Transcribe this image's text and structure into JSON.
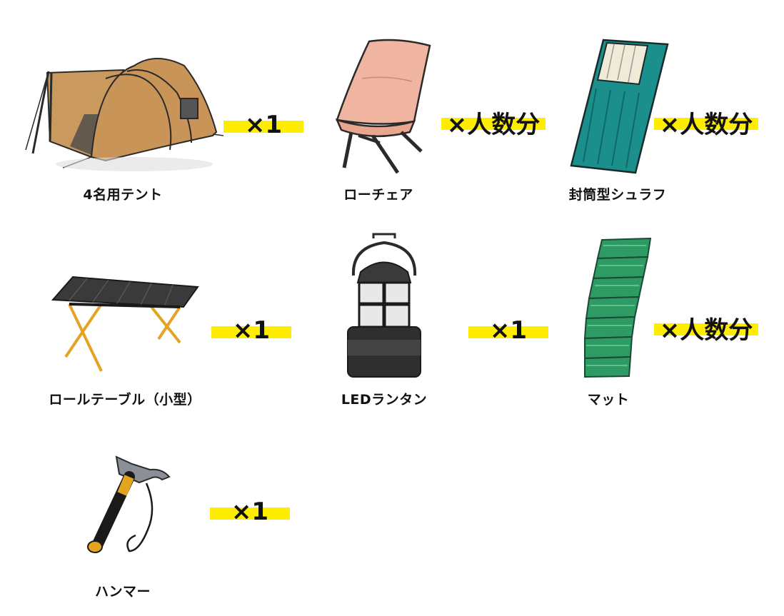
{
  "colors": {
    "highlight": "#ffed00",
    "text": "#111111"
  },
  "items": [
    {
      "name": "4名用テント",
      "quantity": "×1",
      "icon": "tent-icon"
    },
    {
      "name": "ローチェア",
      "quantity": "×人数分",
      "icon": "chair-icon"
    },
    {
      "name": "封筒型シュラフ",
      "quantity": "×人数分",
      "icon": "sleeping-bag-icon"
    },
    {
      "name": "ロールテーブル（小型）",
      "quantity": "×1",
      "icon": "table-icon"
    },
    {
      "name": "LEDランタン",
      "quantity": "×1",
      "icon": "lantern-icon"
    },
    {
      "name": "マット",
      "quantity": "×人数分",
      "icon": "mat-icon"
    },
    {
      "name": "ハンマー",
      "quantity": "×1",
      "icon": "hammer-icon"
    }
  ]
}
